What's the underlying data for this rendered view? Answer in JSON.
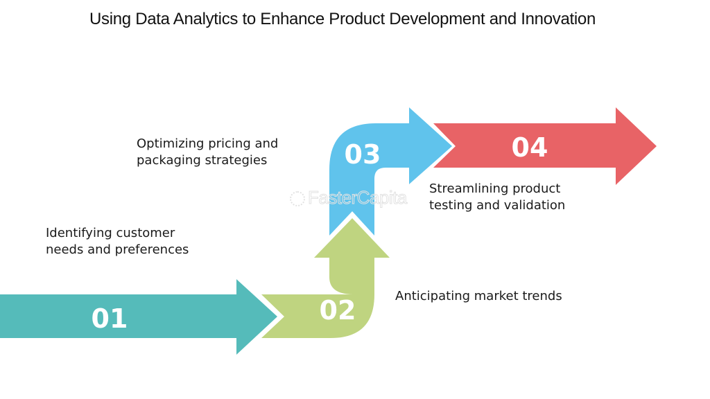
{
  "title": "Using Data Analytics to Enhance Product Development and Innovation",
  "watermark": "FasterCapita",
  "colors": {
    "step1": "#55bbba",
    "step2": "#bfd480",
    "step3": "#60c3ec",
    "step4": "#e86366",
    "text": "#1a1a1a",
    "background": "#ffffff"
  },
  "steps": [
    {
      "number": "01",
      "color": "#55bbba",
      "label_lines": [
        "Identifying customer",
        "needs and preferences"
      ]
    },
    {
      "number": "02",
      "color": "#bfd480",
      "label_lines": [
        "Anticipating market trends"
      ]
    },
    {
      "number": "03",
      "color": "#60c3ec",
      "label_lines": [
        "Optimizing pricing and",
        "packaging strategies"
      ]
    },
    {
      "number": "04",
      "color": "#e86366",
      "label_lines": [
        "Streamlining product",
        "testing and validation"
      ]
    }
  ]
}
